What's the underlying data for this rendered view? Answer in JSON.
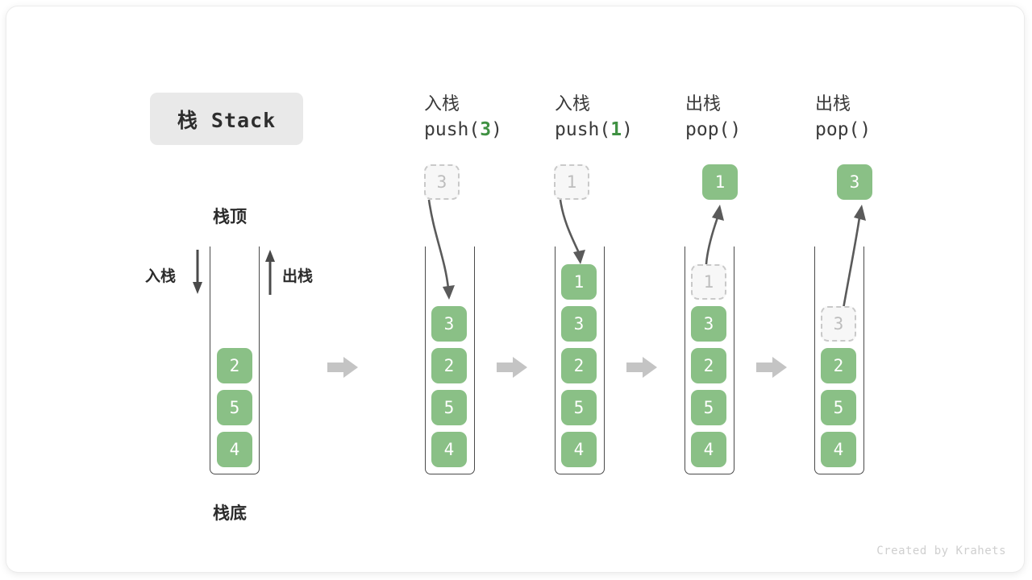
{
  "figure": {
    "title": "栈 Stack",
    "credit": "Created by Krahets",
    "accent_green": "#8ac086",
    "accent_green_text": "#3f9142",
    "ghost_fill": "#f7f7f7",
    "ghost_border": "#c9c9c9",
    "arrow_gray": "#5a5a5a",
    "flow_arrow_gray": "#c4c4c4",
    "stack_wall": "#4a4a4a"
  },
  "legend": {
    "top_label": "栈顶",
    "bottom_label": "栈底",
    "push_label": "入栈",
    "pop_label": "出栈"
  },
  "columns": [
    {
      "id": "initial",
      "header_line1": "",
      "header_line2": "",
      "header_arg": "",
      "cells": [
        "2",
        "5",
        "4"
      ],
      "ghost_in_stack": null,
      "floating": null,
      "floating_state": null
    },
    {
      "id": "push-3",
      "header_line1": "入栈",
      "header_line2_pre": "push(",
      "header_arg": "3",
      "header_line2_post": ")",
      "cells": [
        "3",
        "2",
        "5",
        "4"
      ],
      "ghost_in_stack": null,
      "floating": "3",
      "floating_state": "ghost",
      "arrow_direction": "down"
    },
    {
      "id": "push-1",
      "header_line1": "入栈",
      "header_line2_pre": "push(",
      "header_arg": "1",
      "header_line2_post": ")",
      "cells": [
        "1",
        "3",
        "2",
        "5",
        "4"
      ],
      "ghost_in_stack": null,
      "floating": "1",
      "floating_state": "ghost",
      "arrow_direction": "down"
    },
    {
      "id": "pop-1",
      "header_line1": "出栈",
      "header_line2_pre": "pop(",
      "header_arg": "",
      "header_line2_post": ")",
      "cells": [
        "3",
        "2",
        "5",
        "4"
      ],
      "ghost_in_stack": "1",
      "floating": "1",
      "floating_state": "solid",
      "arrow_direction": "up"
    },
    {
      "id": "pop-3",
      "header_line1": "出栈",
      "header_line2_pre": "pop(",
      "header_arg": "",
      "header_line2_post": ")",
      "cells": [
        "2",
        "5",
        "4"
      ],
      "ghost_in_stack": "3",
      "floating": "3",
      "floating_state": "solid",
      "arrow_direction": "up"
    }
  ]
}
